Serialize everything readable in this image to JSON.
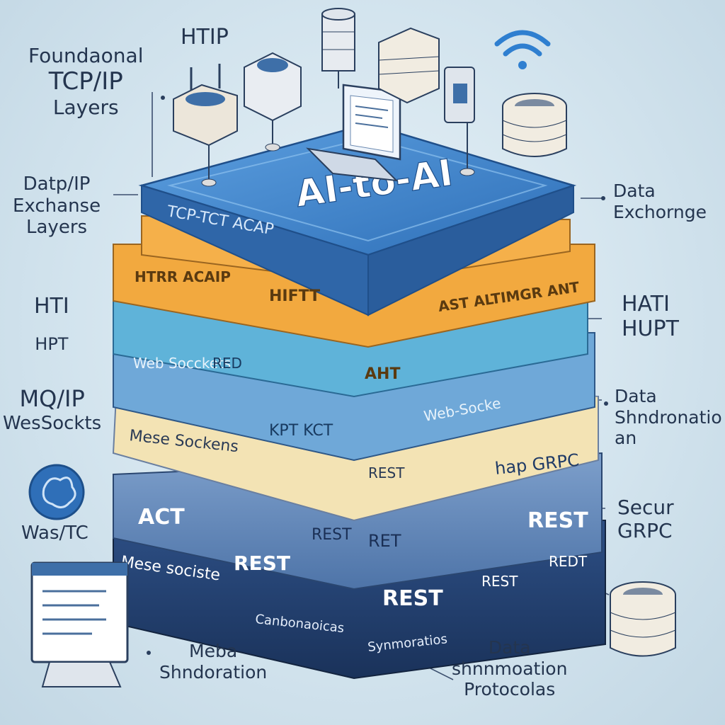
{
  "title": "AI-to-AI",
  "top_slab_text": "TCP-TCT ACAP",
  "labels_left": {
    "foundational": [
      "Foundaonal",
      "TCP/IP",
      "Layers"
    ],
    "exchange": [
      "Datp/IP",
      "Exchanse",
      "Layers"
    ],
    "hti": [
      "HTI",
      "HPT"
    ],
    "mqip": [
      "MQ/IP",
      "WesSockts"
    ],
    "wastc": "Was/TC"
  },
  "labels_top": {
    "http": "HTIP"
  },
  "labels_right": {
    "data_exchange": [
      "Data",
      "Exchornge"
    ],
    "hati": [
      "HATI",
      "HUPT"
    ],
    "data_sync": [
      "Data",
      "Shndronatio",
      "an"
    ],
    "secur": [
      "Secur",
      "GRPC"
    ]
  },
  "labels_bottom": {
    "meba": [
      "Meba",
      "Shndoration"
    ],
    "data_protocols": [
      "Data",
      "shnnmoation",
      "Protocolas"
    ]
  },
  "layer_texts": {
    "orange1": [
      "HTRR ACAIP",
      "HIFTT",
      "AHT",
      "AST ALTIMGR ANT"
    ],
    "teal": [
      "Web Socckets",
      "RED",
      "KPT KCT",
      "Web-Socke"
    ],
    "cream": [
      "Mese Sockens",
      "REST",
      "hap GRPC"
    ],
    "blue1": [
      "ACT",
      "REST",
      "RET",
      "REST",
      "REST"
    ],
    "navy": [
      "Mese sociste",
      "REST",
      "REST",
      "REDT",
      "Canbonaoicas",
      "Synmoratios"
    ]
  },
  "colors": {
    "slab_top": "#3f86cf",
    "orange": "#f2a93f",
    "teal": "#5fb3d9",
    "cream": "#f3e3b4",
    "steel": "#6b8fbd",
    "navy": "#22406f",
    "ink": "#24354f"
  },
  "icons": [
    "router-icon",
    "server-icon",
    "database-icon",
    "wifi-icon",
    "laptop-icon",
    "stack-icon",
    "monitor-icon",
    "brain-icon"
  ]
}
